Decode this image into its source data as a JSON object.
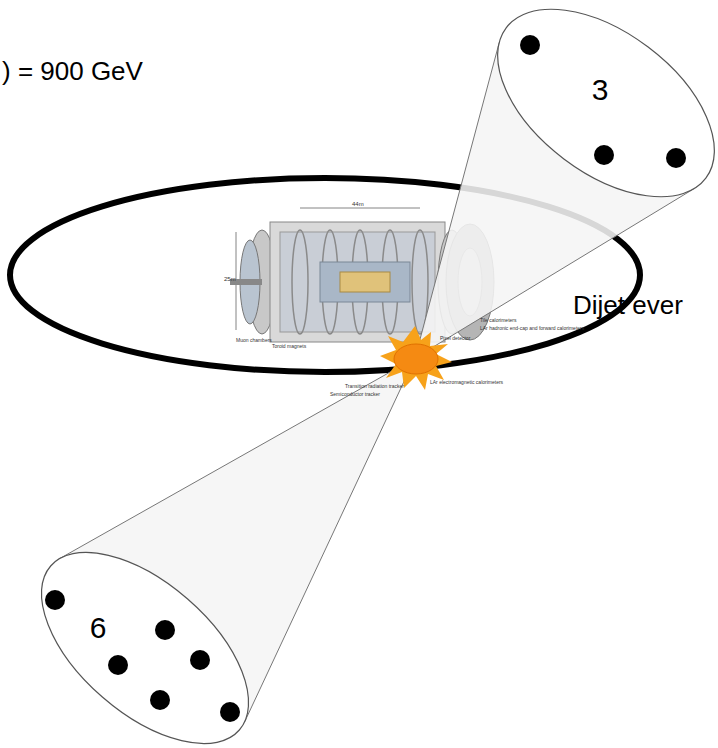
{
  "diagram": {
    "nodes": [
      {
        "text": [
          "3"
        ]
      },
      {
        "text": [
          "6"
        ]
      }
    ],
    "labels": [
      ") = 900 GeV",
      "Dijet ever",
      "44m",
      "25m",
      "Muon chambers",
      "Toroid magnets",
      "Tile calorimeters",
      "LAr hadronic end-cap and forward calorimeters",
      "Pixel detector",
      "LAr electromagnetic calorimeters",
      "Transition radiation tracker",
      "Semiconductor tracker"
    ]
  }
}
